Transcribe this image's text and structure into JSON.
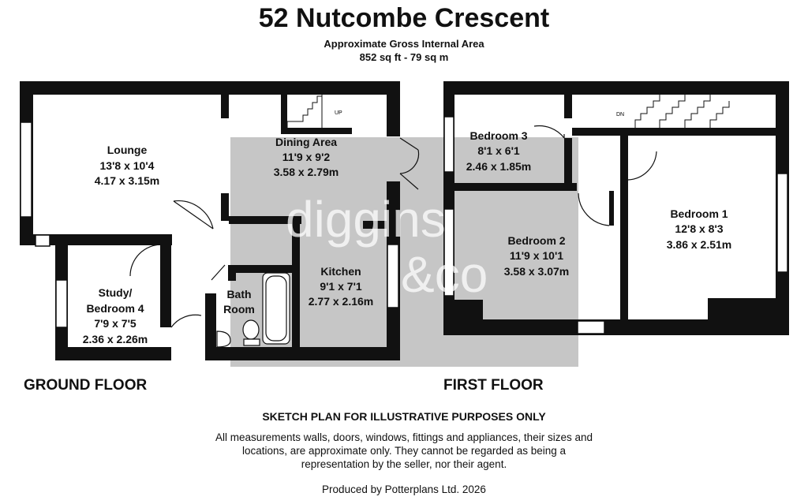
{
  "header": {
    "title": "52 Nutcombe Crescent",
    "area_label": "Approximate Gross Internal Area",
    "area_value": "852 sq ft - 79 sq m"
  },
  "ground_floor": {
    "label": "GROUND FLOOR",
    "rooms": [
      {
        "name": "Lounge",
        "imperial": "13'8 x 10'4",
        "metric": "4.17 x 3.15m"
      },
      {
        "name": "Dining Area",
        "imperial": "11'9 x 9'2",
        "metric": "3.58 x 2.79m"
      },
      {
        "name_line1": "Study/",
        "name_line2": "Bedroom 4",
        "imperial": "7'9 x 7'5",
        "metric": "2.36 x 2.26m"
      },
      {
        "name_line1": "Bath",
        "name_line2": "Room"
      },
      {
        "name": "Kitchen",
        "imperial": "9'1 x 7'1",
        "metric": "2.77 x 2.16m"
      }
    ],
    "stair_label": "UP"
  },
  "first_floor": {
    "label": "FIRST FLOOR",
    "rooms": [
      {
        "name": "Bedroom 3",
        "imperial": "8'1 x 6'1",
        "metric": "2.46 x 1.85m"
      },
      {
        "name": "Bedroom 2",
        "imperial": "11'9 x 10'1",
        "metric": "3.58 x 3.07m"
      },
      {
        "name": "Bedroom 1",
        "imperial": "12'8 x 8'3",
        "metric": "3.86 x 2.51m"
      }
    ],
    "stair_label": "DN"
  },
  "watermark": {
    "line1": "diggins",
    "line2": "&co"
  },
  "footer": {
    "notice": "SKETCH PLAN FOR ILLUSTRATIVE PURPOSES ONLY",
    "disclaimer": "All measurements walls, doors, windows, fittings and appliances, their sizes and locations, are approximate only. They cannot be regarded as being a representation by the seller, nor their agent.",
    "produced_by": "Produced by Potterplans Ltd. 2026"
  },
  "colors": {
    "wall": "#111111",
    "watermark_panel": "#c6c6c6",
    "background": "#ffffff"
  }
}
